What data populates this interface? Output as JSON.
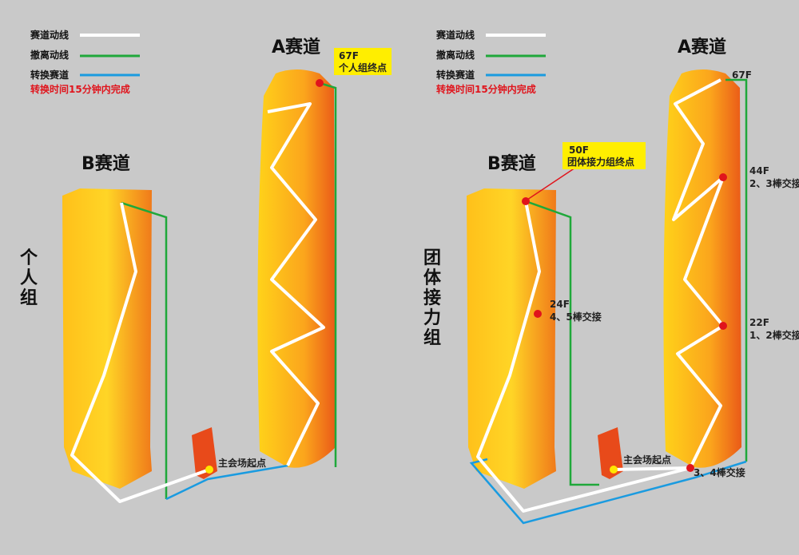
{
  "colors": {
    "race": "#ffffff",
    "evac": "#1fa83a",
    "transfer": "#1a9be0",
    "note": "#e0141c",
    "tower": "#f7a21b",
    "callout": "#ffee00",
    "dot": "#e0141c",
    "start": "#ffe600"
  },
  "left": {
    "legend": {
      "race": "赛道动线",
      "evac": "撤离动线",
      "transfer": "转换赛道",
      "note": "转换时间15分钟内完成"
    },
    "tower_a": "A赛道",
    "tower_b": "B赛道",
    "group": [
      "个",
      "人",
      "组"
    ],
    "callout": {
      "floor": "67F",
      "text": "个人组终点"
    },
    "start": "主会场起点"
  },
  "right": {
    "legend": {
      "race": "赛道动线",
      "evac": "撤离动线",
      "transfer": "转换赛道",
      "note": "转换时间15分钟内完成"
    },
    "tower_a": "A赛道",
    "tower_b": "B赛道",
    "group": [
      "团",
      "体",
      "接",
      "力",
      "组"
    ],
    "top_floor": "67F",
    "callout": {
      "floor": "50F",
      "text": "团体接力组终点"
    },
    "handoffs": [
      {
        "floor": "44F",
        "text": "2、3棒交接"
      },
      {
        "floor": "22F",
        "text": "1、2棒交接"
      },
      {
        "floor": "24F",
        "text": "4、5棒交接"
      },
      {
        "floor": "",
        "text": "3、4棒交接"
      }
    ],
    "start": "主会场起点"
  }
}
